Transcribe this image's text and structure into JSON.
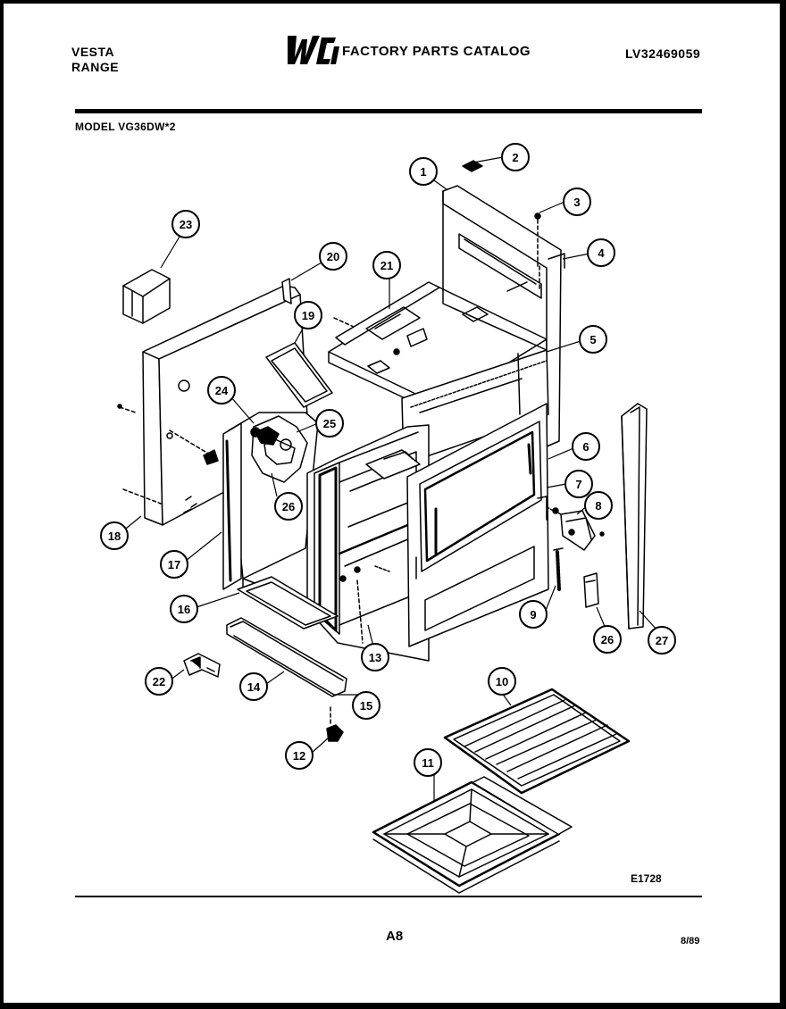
{
  "header": {
    "brand": "VESTA",
    "product": "RANGE",
    "catalog_title": "FACTORY PARTS CATALOG",
    "catalog_number": "LV32469059",
    "logo_text": "WCI",
    "model_line": "MODEL VG36DW*2"
  },
  "diagram": {
    "callouts": [
      "1",
      "2",
      "3",
      "4",
      "5",
      "6",
      "7",
      "8",
      "9",
      "10",
      "11",
      "12",
      "13",
      "14",
      "15",
      "16",
      "17",
      "18",
      "19",
      "20",
      "21",
      "22",
      "23",
      "24",
      "25",
      "26",
      "26",
      "27"
    ]
  },
  "footer": {
    "figure_id": "E1728",
    "page_id": "A8",
    "date": "8/89"
  },
  "colors": {
    "ink": "#000000",
    "paper": "#ffffff"
  }
}
